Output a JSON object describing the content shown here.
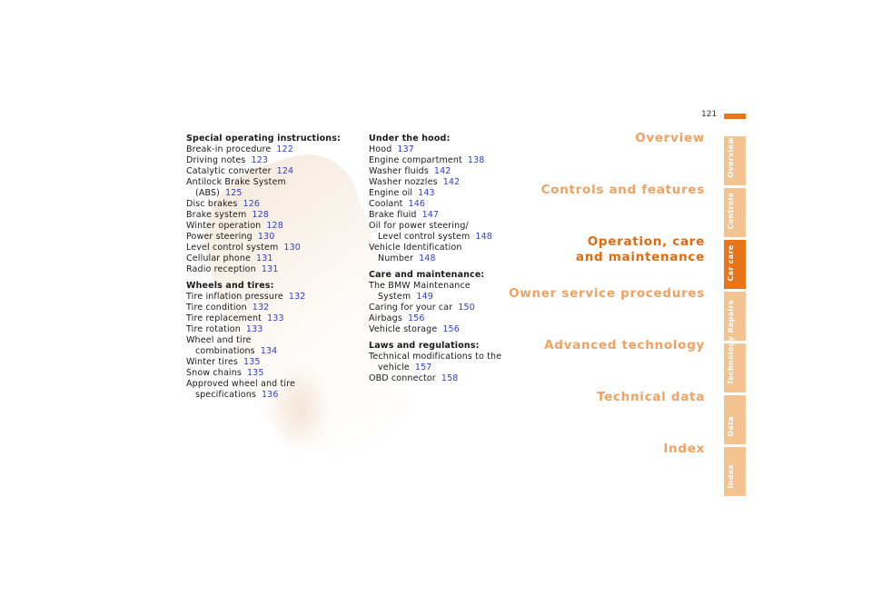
{
  "page_number": "121",
  "accent_color": "#e8751a",
  "link_color": "#2e3fc4",
  "left_column": [
    {
      "heading": "Special operating instructions:",
      "entries": [
        {
          "lines": [
            "Break-in procedure"
          ],
          "page": "122"
        },
        {
          "lines": [
            "Driving notes"
          ],
          "page": "123"
        },
        {
          "lines": [
            "Catalytic converter"
          ],
          "page": "124"
        },
        {
          "lines": [
            "Antilock Brake System",
            "(ABS)"
          ],
          "page": "125"
        },
        {
          "lines": [
            "Disc brakes"
          ],
          "page": "126"
        },
        {
          "lines": [
            "Brake system"
          ],
          "page": "128"
        },
        {
          "lines": [
            "Winter operation"
          ],
          "page": "128"
        },
        {
          "lines": [
            "Power steering"
          ],
          "page": "130"
        },
        {
          "lines": [
            "Level control system"
          ],
          "page": "130"
        },
        {
          "lines": [
            "Cellular phone"
          ],
          "page": "131"
        },
        {
          "lines": [
            "Radio reception"
          ],
          "page": "131"
        }
      ]
    },
    {
      "heading": "Wheels and tires:",
      "entries": [
        {
          "lines": [
            "Tire inflation pressure"
          ],
          "page": "132"
        },
        {
          "lines": [
            "Tire condition"
          ],
          "page": "132"
        },
        {
          "lines": [
            "Tire replacement"
          ],
          "page": "133"
        },
        {
          "lines": [
            "Tire rotation"
          ],
          "page": "133"
        },
        {
          "lines": [
            "Wheel and tire",
            "combinations"
          ],
          "page": "134"
        },
        {
          "lines": [
            "Winter tires"
          ],
          "page": "135"
        },
        {
          "lines": [
            "Snow chains"
          ],
          "page": "135"
        },
        {
          "lines": [
            "Approved wheel and tire",
            "specifications"
          ],
          "page": "136"
        }
      ]
    }
  ],
  "right_column": [
    {
      "heading": "Under the hood:",
      "entries": [
        {
          "lines": [
            "Hood"
          ],
          "page": "137"
        },
        {
          "lines": [
            "Engine compartment"
          ],
          "page": "138"
        },
        {
          "lines": [
            "Washer fluids"
          ],
          "page": "142"
        },
        {
          "lines": [
            "Washer nozzles"
          ],
          "page": "142"
        },
        {
          "lines": [
            "Engine oil"
          ],
          "page": "143"
        },
        {
          "lines": [
            "Coolant"
          ],
          "page": "146"
        },
        {
          "lines": [
            "Brake fluid"
          ],
          "page": "147"
        },
        {
          "lines": [
            "Oil for power steering/",
            "Level control system"
          ],
          "page": "148"
        },
        {
          "lines": [
            "Vehicle Identification",
            "Number"
          ],
          "page": "148"
        }
      ]
    },
    {
      "heading": "Care and maintenance:",
      "entries": [
        {
          "lines": [
            "The BMW Maintenance",
            "System"
          ],
          "page": "149"
        },
        {
          "lines": [
            "Caring for your car"
          ],
          "page": "150"
        },
        {
          "lines": [
            "Airbags"
          ],
          "page": "156"
        },
        {
          "lines": [
            "Vehicle storage"
          ],
          "page": "156"
        }
      ]
    },
    {
      "heading": "Laws and regulations:",
      "entries": [
        {
          "lines": [
            "Technical modifications to the",
            "vehicle"
          ],
          "page": "157"
        },
        {
          "lines": [
            "OBD connector"
          ],
          "page": "158"
        }
      ]
    }
  ],
  "chapters": [
    {
      "lines": [
        "Overview"
      ],
      "active": false
    },
    {
      "lines": [
        "Controls and features"
      ],
      "active": false
    },
    {
      "lines": [
        "Operation, care",
        "and maintenance"
      ],
      "active": true
    },
    {
      "lines": [
        "Owner service procedures"
      ],
      "active": false
    },
    {
      "lines": [
        "Advanced technology"
      ],
      "active": false
    },
    {
      "lines": [
        "Technical data"
      ],
      "active": false
    },
    {
      "lines": [
        "Index"
      ],
      "active": false
    }
  ],
  "side_tabs": [
    {
      "label": "Overview",
      "active": false
    },
    {
      "label": "Controls",
      "active": false
    },
    {
      "label": "Car care",
      "active": true
    },
    {
      "label": "Repairs",
      "active": false
    },
    {
      "label": "Technology",
      "active": false
    },
    {
      "label": "Data",
      "active": false
    },
    {
      "label": "Index",
      "active": false
    }
  ]
}
